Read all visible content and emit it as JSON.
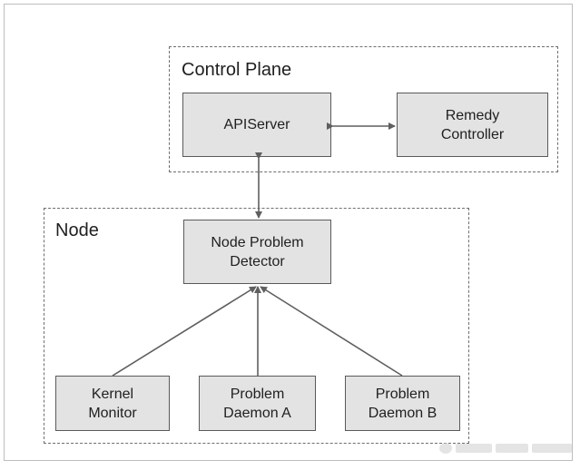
{
  "groups": {
    "control_plane": {
      "label": "Control Plane"
    },
    "node": {
      "label": "Node"
    }
  },
  "boxes": {
    "apiserver": "APIServer",
    "remedy_controller": "Remedy\nController",
    "node_problem_detector": "Node Problem\nDetector",
    "kernel_monitor": "Kernel\nMonitor",
    "problem_daemon_a": "Problem\nDaemon A",
    "problem_daemon_b": "Problem\nDaemon B"
  },
  "colors": {
    "box_fill": "#e3e3e3",
    "box_border": "#5a5a5a",
    "dashed_border": "#6e6e6e",
    "arrow": "#5f5f5f"
  }
}
